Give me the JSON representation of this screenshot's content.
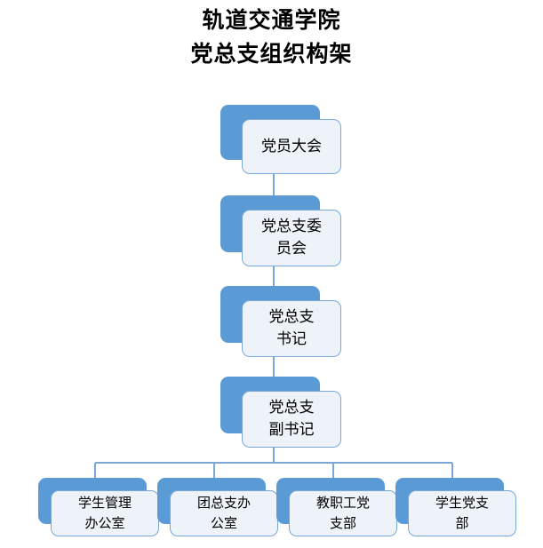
{
  "title": {
    "line1": "轨道交通学院",
    "line2": "党总支组织构架"
  },
  "colors": {
    "plate_blue": "#5B9BD5",
    "face_fill": "#EEF3FA",
    "face_border": "#7BA7D7",
    "connector": "#7BA7D7",
    "text": "#000000",
    "background": "#FFFFFF"
  },
  "chart_data": {
    "type": "diagram",
    "diagram_kind": "organizational-chart",
    "title": "轨道交通学院 党总支组织构架",
    "orientation": "top-down",
    "nodes": [
      {
        "id": "n1",
        "label": "党员大会",
        "level": 0
      },
      {
        "id": "n2",
        "label": "党总支委\n员会",
        "level": 1
      },
      {
        "id": "n3",
        "label": "党总支\n书记",
        "level": 2
      },
      {
        "id": "n4",
        "label": "党总支\n副书记",
        "level": 3
      },
      {
        "id": "n5",
        "label": "学生管理\n办公室",
        "level": 4
      },
      {
        "id": "n6",
        "label": "团总支办\n公室",
        "level": 4
      },
      {
        "id": "n7",
        "label": "教职工党\n支部",
        "level": 4
      },
      {
        "id": "n8",
        "label": "学生党支\n部",
        "level": 4
      }
    ],
    "edges": [
      {
        "from": "n1",
        "to": "n2"
      },
      {
        "from": "n2",
        "to": "n3"
      },
      {
        "from": "n3",
        "to": "n4"
      },
      {
        "from": "n4",
        "to": "n5"
      },
      {
        "from": "n4",
        "to": "n6"
      },
      {
        "from": "n4",
        "to": "n7"
      },
      {
        "from": "n4",
        "to": "n8"
      }
    ]
  },
  "nodes": {
    "n1": {
      "label": "党员大会"
    },
    "n2": {
      "label": "党总支委\n员会"
    },
    "n3": {
      "label": "党总支\n书记"
    },
    "n4": {
      "label": "党总支\n副书记"
    },
    "n5": {
      "label": "学生管理\n办公室"
    },
    "n6": {
      "label": "团总支办\n公室"
    },
    "n7": {
      "label": "教职工党\n支部"
    },
    "n8": {
      "label": "学生党支\n部"
    }
  }
}
